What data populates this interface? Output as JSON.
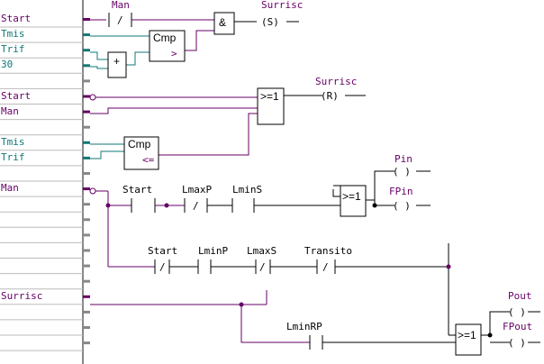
{
  "colors": {
    "purple": "#660066",
    "teal": "#117777",
    "black": "#000000",
    "rail": "#888888"
  },
  "sidebar": {
    "rows": [
      {
        "label": "Start",
        "color": "purple"
      },
      {
        "label": "Tmis",
        "color": "teal"
      },
      {
        "label": "Trif",
        "color": "teal"
      },
      {
        "label": "30",
        "color": "teal"
      },
      {
        "label": "",
        "color": "none"
      },
      {
        "label": "Start",
        "color": "purple"
      },
      {
        "label": "Man",
        "color": "purple"
      },
      {
        "label": "",
        "color": "none"
      },
      {
        "label": "Tmis",
        "color": "teal"
      },
      {
        "label": "Trif",
        "color": "teal"
      },
      {
        "label": "",
        "color": "none"
      },
      {
        "label": "Man",
        "color": "purple"
      },
      {
        "label": "",
        "color": "none"
      },
      {
        "label": "",
        "color": "none"
      },
      {
        "label": "",
        "color": "none"
      },
      {
        "label": "",
        "color": "none"
      },
      {
        "label": "",
        "color": "none"
      },
      {
        "label": "",
        "color": "none"
      },
      {
        "label": "Surrisc",
        "color": "purple"
      },
      {
        "label": "",
        "color": "none"
      },
      {
        "label": "",
        "color": "none"
      },
      {
        "label": "",
        "color": "none"
      }
    ]
  },
  "network1": {
    "contact_man": "Man",
    "contact_man_sym": "/",
    "cmp_title": "Cmp",
    "cmp_op": ">",
    "add_op": "+",
    "and_op": "&",
    "coil_name": "Surrisc",
    "coil_sym": "(S)"
  },
  "network2": {
    "or_op": ">=1",
    "coil_name": "Surrisc",
    "coil_sym": "(R)",
    "cmp_title": "Cmp",
    "cmp_op": "<="
  },
  "network3": {
    "c_start": "Start",
    "c_lmaxp": "LmaxP",
    "c_lmaxp_sym": "/",
    "c_lmins": "LminS",
    "or_op": ">=1",
    "coil1": "Pin",
    "coil1_sym": "(  )",
    "coil2": "FPin",
    "coil2_sym": "(  )",
    "c2_start": "Start",
    "c2_start_sym": "/",
    "c2_lminp": "LminP",
    "c2_lmaxs": "LmaxS",
    "c2_lmaxs_sym": "/",
    "c2_transito": "Transito",
    "c2_transito_sym": "/"
  },
  "network4": {
    "c_lminrp": "LminRP",
    "or_op": ">=1",
    "coil1": "Pout",
    "coil1_sym": "(  )",
    "coil2": "FPout",
    "coil2_sym": "(  )"
  }
}
